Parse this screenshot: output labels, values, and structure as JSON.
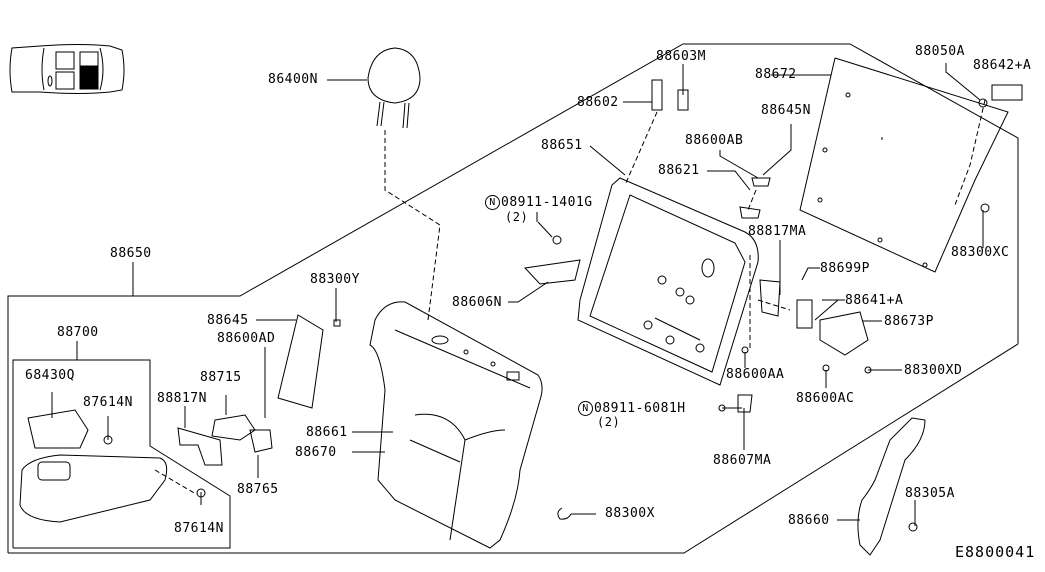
{
  "diagram": {
    "title_code": "E8800041",
    "vehicle_locator": {
      "icon": "car-top-view-icon",
      "highlighted_seat": "rear-right"
    },
    "colors": {
      "line": "#000000",
      "background": "#ffffff"
    },
    "parts": [
      {
        "id": "p86400N",
        "label": "86400N",
        "name": "headrest"
      },
      {
        "id": "p88603M",
        "label": "88603M",
        "name": "headrest-guide-locking"
      },
      {
        "id": "p88602",
        "label": "88602",
        "name": "headrest-guide-free"
      },
      {
        "id": "p88672",
        "label": "88672",
        "name": "back-board"
      },
      {
        "id": "p88050A",
        "label": "88050A",
        "name": "clip"
      },
      {
        "id": "p88642A",
        "label": "88642+A",
        "name": "striker-cover"
      },
      {
        "id": "p88645N",
        "label": "88645N",
        "name": "knob"
      },
      {
        "id": "p88600AB",
        "label": "88600AB",
        "name": "screw"
      },
      {
        "id": "p88651",
        "label": "88651",
        "name": "seat-back-frame"
      },
      {
        "id": "p88621",
        "label": "88621",
        "name": "knob-escutcheon"
      },
      {
        "id": "p08911_1401G",
        "label": "08911-1401G",
        "qty": "(2)",
        "name": "nut"
      },
      {
        "id": "p88606N",
        "label": "88606N",
        "name": "hinge-bracket"
      },
      {
        "id": "p88817MA",
        "label": "88817MA",
        "name": "bracket"
      },
      {
        "id": "p88699P",
        "label": "88699P",
        "name": "lock-assembly"
      },
      {
        "id": "p88300XC",
        "label": "88300XC",
        "name": "clip"
      },
      {
        "id": "p88641A",
        "label": "88641+A",
        "name": "striker"
      },
      {
        "id": "p88673P",
        "label": "88673P",
        "name": "cover"
      },
      {
        "id": "p88300XD",
        "label": "88300XD",
        "name": "screw"
      },
      {
        "id": "p88600AA",
        "label": "88600AA",
        "name": "bolt"
      },
      {
        "id": "p88600AC",
        "label": "88600AC",
        "name": "bolt"
      },
      {
        "id": "p08911_6081H",
        "label": "08911-6081H",
        "qty": "(2)",
        "name": "nut"
      },
      {
        "id": "p88607MA",
        "label": "88607MA",
        "name": "hinge"
      },
      {
        "id": "p88300X",
        "label": "88300X",
        "name": "clip"
      },
      {
        "id": "p88660",
        "label": "88660",
        "name": "side-finisher"
      },
      {
        "id": "p88305A",
        "label": "88305A",
        "name": "bolt"
      },
      {
        "id": "p88650",
        "label": "88650",
        "name": "seat-back-assembly"
      },
      {
        "id": "p88300Y",
        "label": "88300Y",
        "name": "clip"
      },
      {
        "id": "p88645",
        "label": "88645",
        "name": "finisher"
      },
      {
        "id": "p88600AD",
        "label": "88600AD",
        "name": "screw"
      },
      {
        "id": "p88700",
        "label": "88700",
        "name": "armrest-assembly"
      },
      {
        "id": "p68430Q",
        "label": "68430Q",
        "name": "cup-holder"
      },
      {
        "id": "p87614N_1",
        "label": "87614N",
        "name": "bolt"
      },
      {
        "id": "p88715",
        "label": "88715",
        "name": "armrest-hinge"
      },
      {
        "id": "p88817N",
        "label": "88817N",
        "name": "armrest-bracket"
      },
      {
        "id": "p88765",
        "label": "88765",
        "name": "hinge-cover"
      },
      {
        "id": "p88661",
        "label": "88661",
        "name": "trim"
      },
      {
        "id": "p88670",
        "label": "88670",
        "name": "seat-back-trim"
      },
      {
        "id": "p87614N_2",
        "label": "87614N",
        "name": "bolt"
      }
    ]
  }
}
